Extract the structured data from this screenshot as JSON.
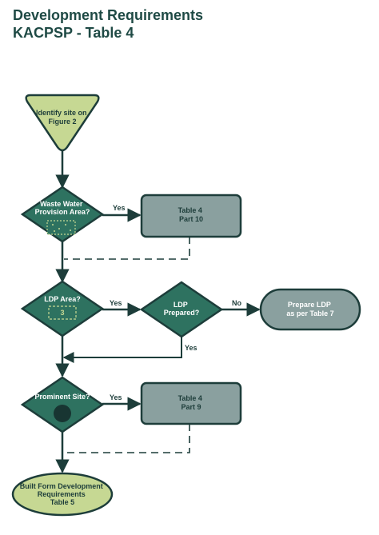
{
  "header": {
    "title_line1": "Development Requirements",
    "title_line2": "KACPSP - Table 4"
  },
  "colors": {
    "dark_teal": "#2e7260",
    "light_green": "#c6d893",
    "grey": "#8aa09f",
    "stroke": "#1d3d3a"
  },
  "nodes": {
    "start": {
      "line1": "Identify site on",
      "line2": "Figure 2"
    },
    "waste_water": {
      "line1": "Waste Water",
      "line2": "Provision Area?"
    },
    "table4_part10": {
      "line1": "Table 4",
      "line2": "Part 10"
    },
    "ldp_area": {
      "line1": "LDP Area?",
      "marker": "3"
    },
    "ldp_prepared": {
      "line1": "LDP",
      "line2": "Prepared?"
    },
    "prepare_ldp": {
      "line1": "Prepare LDP",
      "line2": "as per Table 7"
    },
    "prominent_site": {
      "line1": "Prominent Site?",
      "marker_icon": "filled-circle-icon"
    },
    "table4_part9": {
      "line1": "Table 4",
      "line2": "Part 9"
    },
    "built_form": {
      "line1": "Built Form Development",
      "line2": "Requirements",
      "line3": "Table 5"
    }
  },
  "edge_labels": {
    "waste_yes": "Yes",
    "ldp_area_yes": "Yes",
    "ldp_prepared_no": "No",
    "ldp_prepared_yes": "Yes",
    "prominent_yes": "Yes"
  }
}
